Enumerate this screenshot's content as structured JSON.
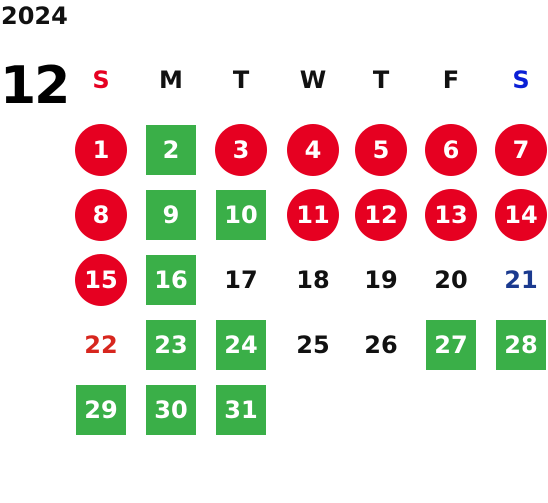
{
  "year": "2024",
  "month": "12",
  "colors": {
    "sunday_header": "#e60021",
    "saturday_header": "#0a1fd6",
    "weekday_header": "#111111",
    "holiday_circle": "#e60021",
    "green_square": "#3aaf48",
    "saturday_text": "#1b3a8f",
    "sunday_text": "#d7261e"
  },
  "weekdays": [
    {
      "label": "S",
      "color": "#e60021"
    },
    {
      "label": "M",
      "color": "#111111"
    },
    {
      "label": "T",
      "color": "#111111"
    },
    {
      "label": "W",
      "color": "#111111"
    },
    {
      "label": "T",
      "color": "#111111"
    },
    {
      "label": "F",
      "color": "#111111"
    },
    {
      "label": "S",
      "color": "#0a1fd6"
    }
  ],
  "days": [
    {
      "label": "1",
      "style": "holiday"
    },
    {
      "label": "2",
      "style": "green"
    },
    {
      "label": "3",
      "style": "holiday"
    },
    {
      "label": "4",
      "style": "holiday"
    },
    {
      "label": "5",
      "style": "holiday"
    },
    {
      "label": "6",
      "style": "holiday"
    },
    {
      "label": "7",
      "style": "holiday"
    },
    {
      "label": "8",
      "style": "holiday"
    },
    {
      "label": "9",
      "style": "green"
    },
    {
      "label": "10",
      "style": "green"
    },
    {
      "label": "11",
      "style": "holiday"
    },
    {
      "label": "12",
      "style": "holiday"
    },
    {
      "label": "13",
      "style": "holiday"
    },
    {
      "label": "14",
      "style": "holiday"
    },
    {
      "label": "15",
      "style": "holiday"
    },
    {
      "label": "16",
      "style": "green"
    },
    {
      "label": "17",
      "style": "plain"
    },
    {
      "label": "18",
      "style": "plain"
    },
    {
      "label": "19",
      "style": "plain"
    },
    {
      "label": "20",
      "style": "plain"
    },
    {
      "label": "21",
      "style": "sat-text"
    },
    {
      "label": "22",
      "style": "sun-text"
    },
    {
      "label": "23",
      "style": "green"
    },
    {
      "label": "24",
      "style": "green"
    },
    {
      "label": "25",
      "style": "plain"
    },
    {
      "label": "26",
      "style": "plain"
    },
    {
      "label": "27",
      "style": "green"
    },
    {
      "label": "28",
      "style": "green"
    },
    {
      "label": "29",
      "style": "green"
    },
    {
      "label": "30",
      "style": "green"
    },
    {
      "label": "31",
      "style": "green"
    }
  ]
}
